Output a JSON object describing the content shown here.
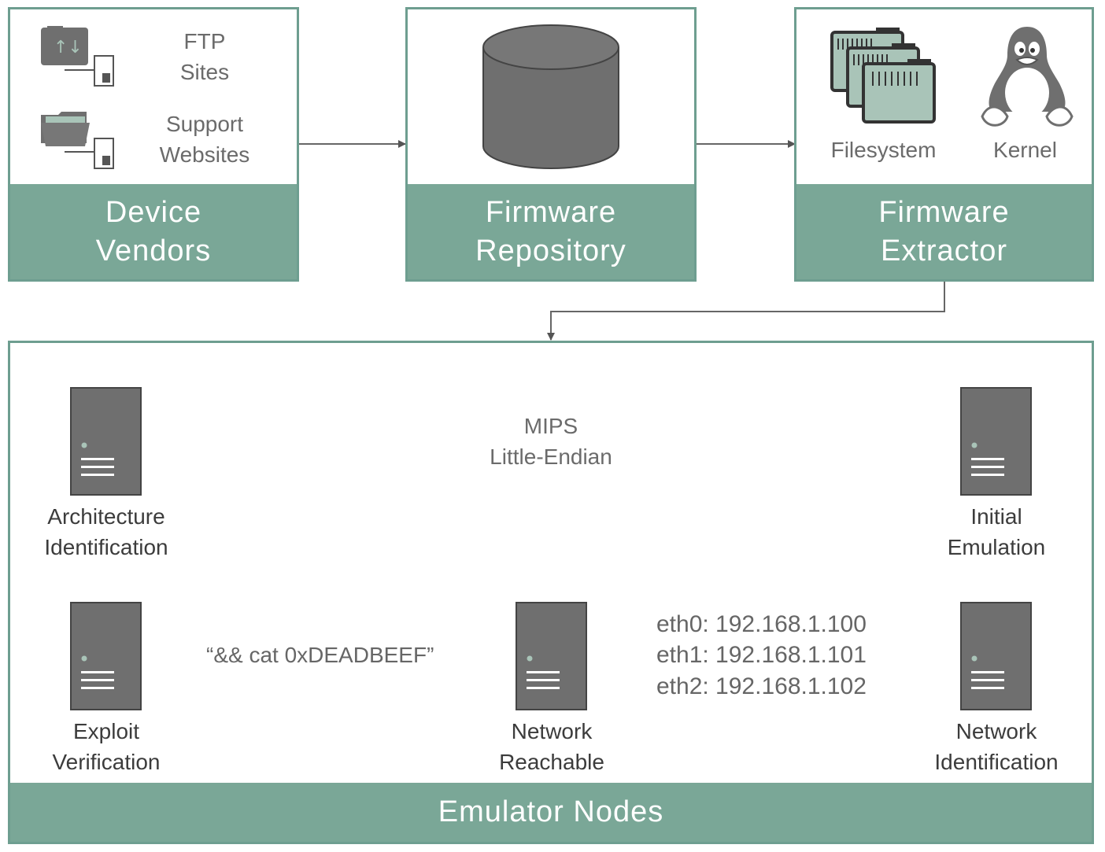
{
  "vendors": {
    "band_line1": "Device",
    "band_line2": "Vendors",
    "ftp_line1": "FTP",
    "ftp_line2": "Sites",
    "support_line1": "Support",
    "support_line2": "Websites"
  },
  "repository": {
    "band_line1": "Firmware",
    "band_line2": "Repository"
  },
  "extractor": {
    "band_line1": "Firmware",
    "band_line2": "Extractor",
    "filesystem": "Filesystem",
    "kernel": "Kernel"
  },
  "emulator": {
    "band": "Emulator Nodes",
    "arch_line1": "Architecture",
    "arch_line2": "Identification",
    "initial_line1": "Initial",
    "initial_line2": "Emulation",
    "netid_line1": "Network",
    "netid_line2": "Identification",
    "reach_line1": "Network",
    "reach_line2": "Reachable",
    "exploit_line1": "Exploit",
    "exploit_line2": "Verification",
    "mips_line1": "MIPS",
    "mips_line2": "Little-Endian",
    "eth0": "eth0: 192.168.1.100",
    "eth1": "eth1: 192.168.1.101",
    "eth2": "eth2: 192.168.1.102",
    "command": "“&& cat 0xDEADBEEF”"
  },
  "colors": {
    "accent": "#7aa797",
    "border": "#6e9e90",
    "icon": "#6f6f6f",
    "icon_light": "#a9c4b8"
  }
}
